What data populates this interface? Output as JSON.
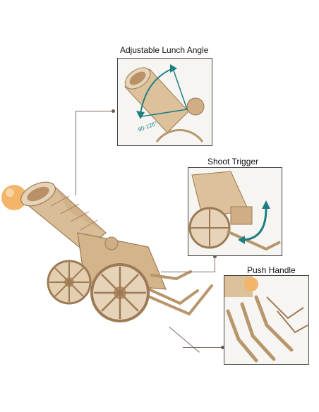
{
  "callouts": {
    "angle": {
      "label": "Adjustable Lunch Angle",
      "range_text": "90-125°"
    },
    "trigger": {
      "label": "Shoot Trigger"
    },
    "handle": {
      "label": "Push Handle"
    }
  },
  "colors": {
    "wood_light": "#e6d3b8",
    "wood_mid": "#cfae86",
    "wood_dark": "#9c7a55",
    "ball": "#f2b56a",
    "arrow": "#1d7f82",
    "connector": "#7a6a60"
  }
}
